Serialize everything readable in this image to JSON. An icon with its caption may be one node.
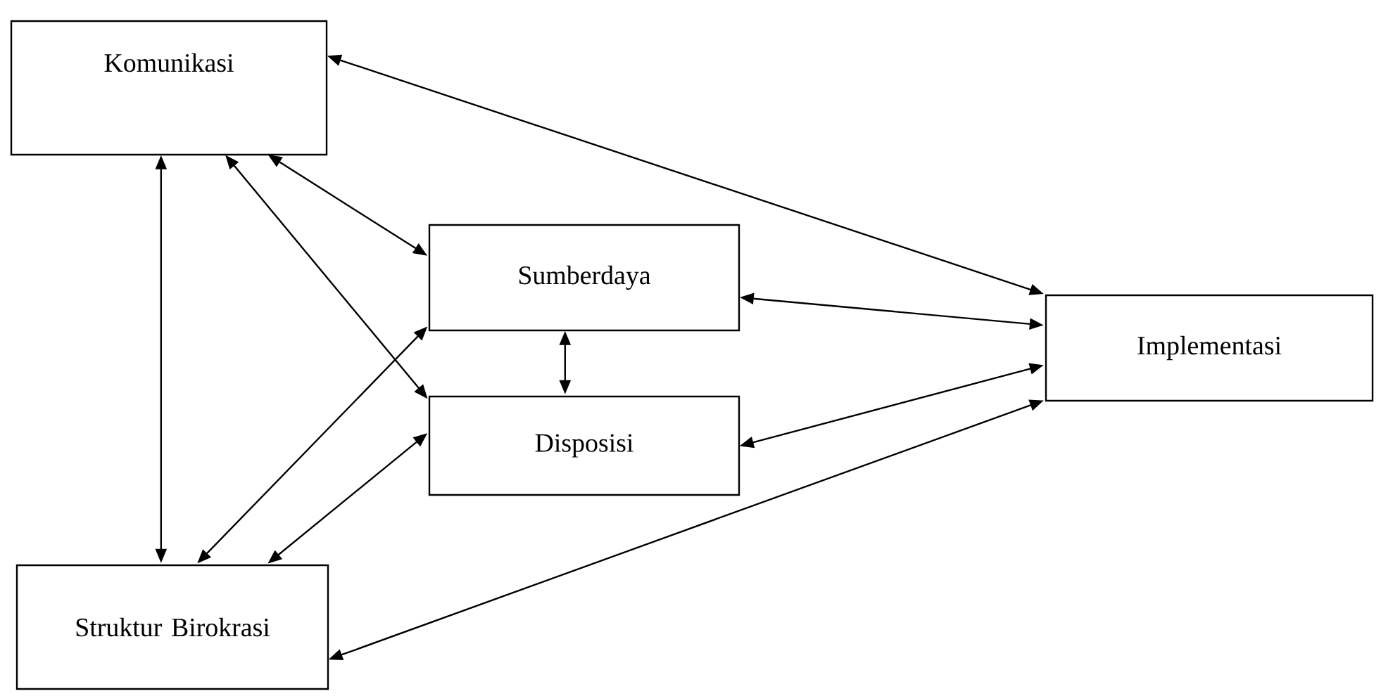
{
  "diagram": {
    "nodes": [
      {
        "text": [
          "Komunikasi"
        ]
      },
      {
        "text": [
          "Sumberdaya"
        ]
      },
      {
        "text": [
          "Disposisi"
        ]
      },
      {
        "text": [
          "Implementasi"
        ]
      },
      {
        "text": [
          "Struktur Birokrasi"
        ]
      }
    ],
    "edges": [
      {
        "from": 0,
        "to": 3,
        "arrow": "both"
      },
      {
        "from": 0,
        "to": 1,
        "arrow": "both"
      },
      {
        "from": 0,
        "to": 2,
        "arrow": "both"
      },
      {
        "from": 0,
        "to": 4,
        "arrow": "both"
      },
      {
        "from": 1,
        "to": 2,
        "arrow": "both"
      },
      {
        "from": 1,
        "to": 3,
        "arrow": "both"
      },
      {
        "from": 2,
        "to": 3,
        "arrow": "both"
      },
      {
        "from": 4,
        "to": 1,
        "arrow": "both"
      },
      {
        "from": 4,
        "to": 2,
        "arrow": "both"
      },
      {
        "from": 4,
        "to": 3,
        "arrow": "both"
      }
    ]
  }
}
